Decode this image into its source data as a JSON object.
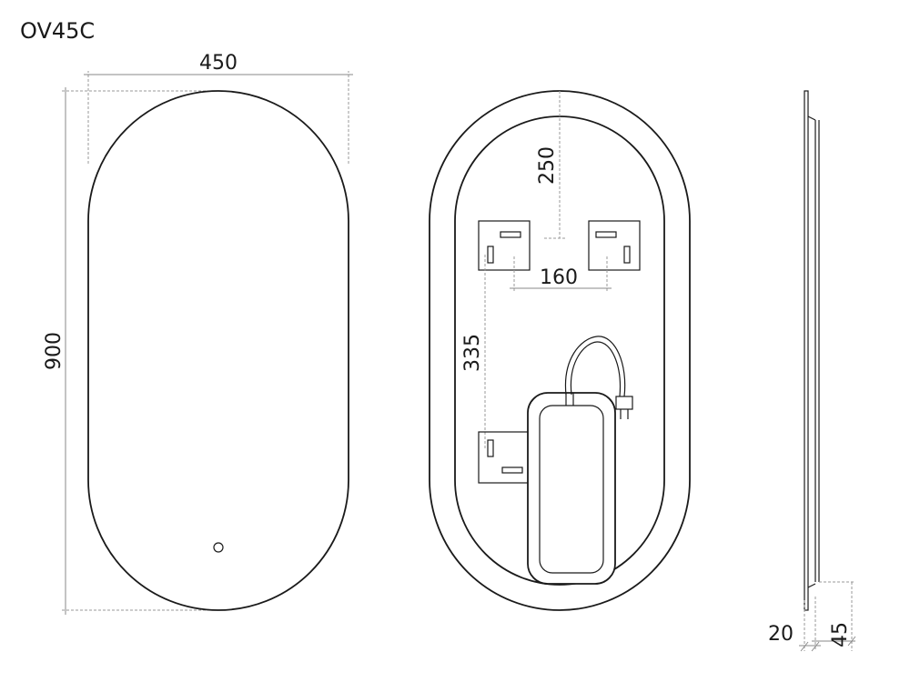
{
  "title": "OV45C",
  "front_view": {
    "width_label": "450",
    "height_label": "900"
  },
  "back_view": {
    "top_offset_label": "250",
    "bracket_spacing_label": "160",
    "vertical_spacing_label": "335"
  },
  "side_view": {
    "depth_label": "20",
    "total_depth_label": "45"
  }
}
